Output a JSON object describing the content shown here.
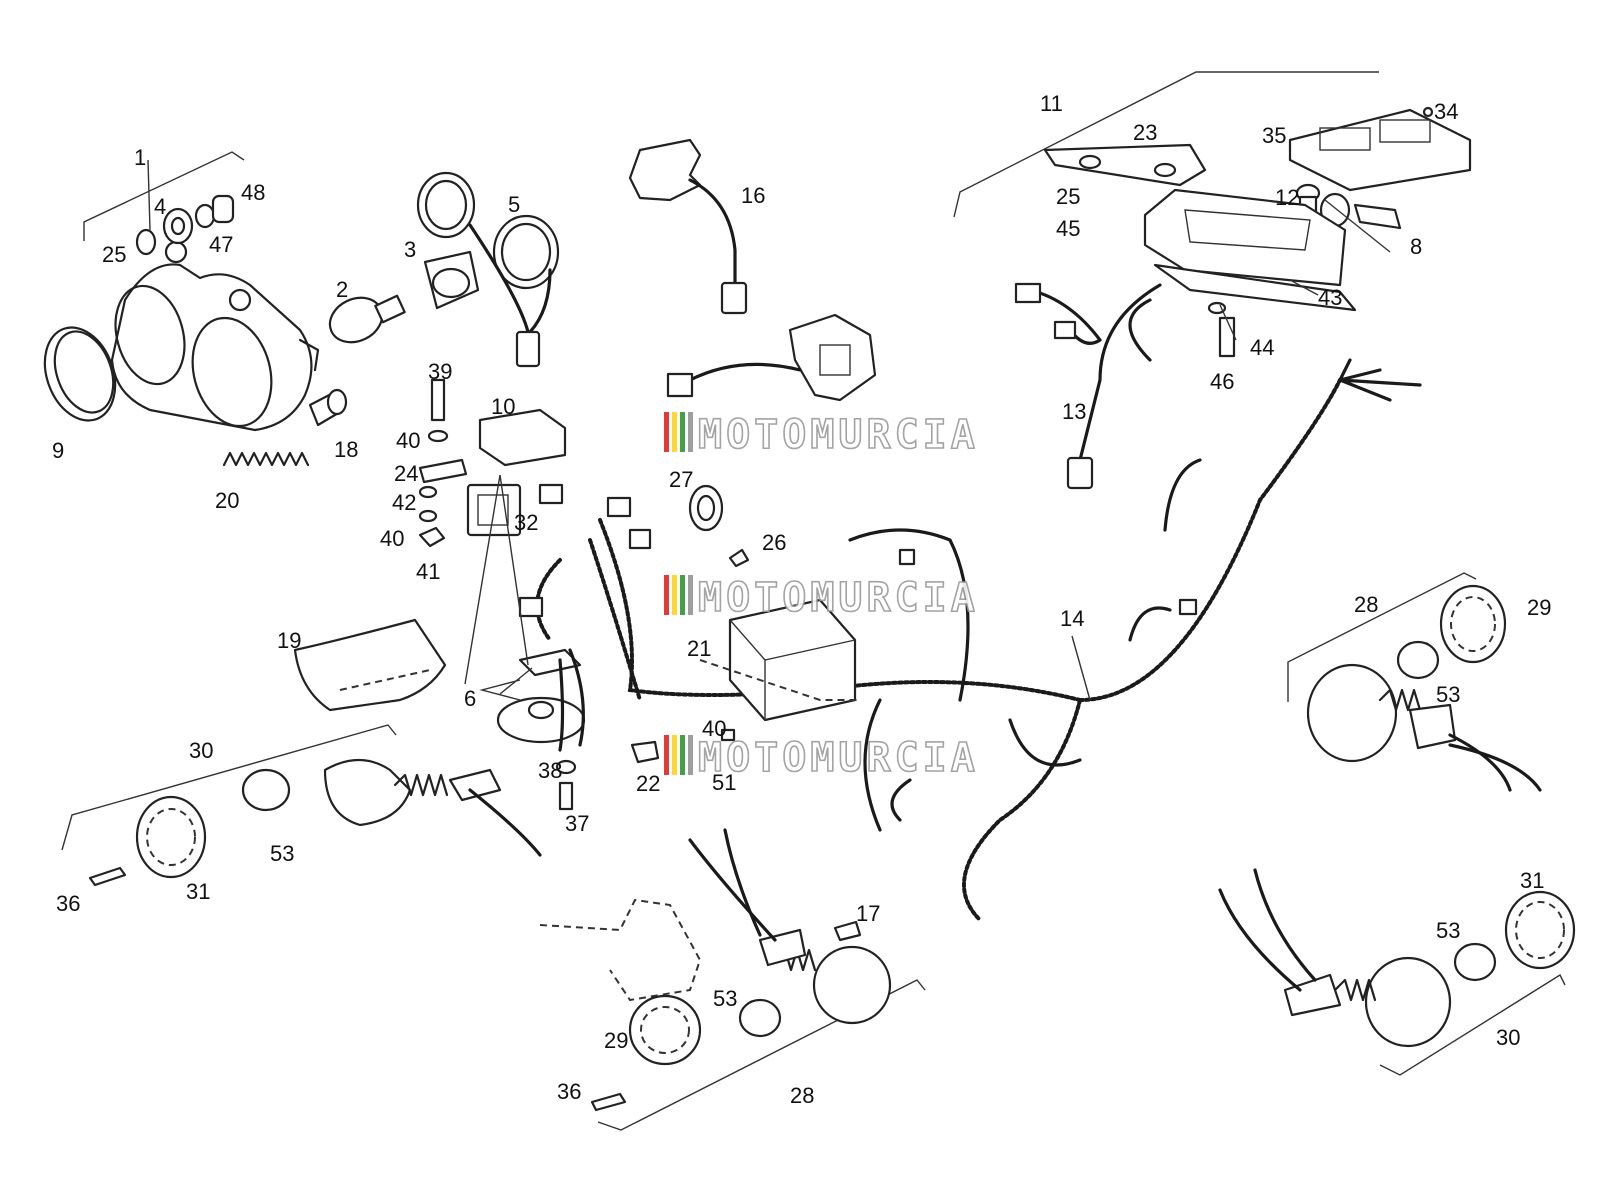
{
  "watermark": {
    "text": "MOTOMURCIA",
    "stripe_colors": [
      "#e53935",
      "#fdd835",
      "#43a047",
      "#9e9e9e"
    ]
  },
  "callouts": [
    {
      "id": "c1",
      "text": "1"
    },
    {
      "id": "c4",
      "text": "4"
    },
    {
      "id": "c48",
      "text": "48"
    },
    {
      "id": "c25a",
      "text": "25"
    },
    {
      "id": "c47",
      "text": "47"
    },
    {
      "id": "c5",
      "text": "5"
    },
    {
      "id": "c3",
      "text": "3"
    },
    {
      "id": "c2",
      "text": "2"
    },
    {
      "id": "c9",
      "text": "9"
    },
    {
      "id": "c18",
      "text": "18"
    },
    {
      "id": "c20",
      "text": "20"
    },
    {
      "id": "c39",
      "text": "39"
    },
    {
      "id": "c10",
      "text": "10"
    },
    {
      "id": "c40a",
      "text": "40"
    },
    {
      "id": "c24",
      "text": "24"
    },
    {
      "id": "c42",
      "text": "42"
    },
    {
      "id": "c40b",
      "text": "40"
    },
    {
      "id": "c32",
      "text": "32"
    },
    {
      "id": "c41",
      "text": "41"
    },
    {
      "id": "c16",
      "text": "16"
    },
    {
      "id": "c27",
      "text": "27"
    },
    {
      "id": "c26",
      "text": "26"
    },
    {
      "id": "c21",
      "text": "21"
    },
    {
      "id": "c19",
      "text": "19"
    },
    {
      "id": "c6",
      "text": "6"
    },
    {
      "id": "c30a",
      "text": "30"
    },
    {
      "id": "c53a",
      "text": "53"
    },
    {
      "id": "c36a",
      "text": "36"
    },
    {
      "id": "c31a",
      "text": "31"
    },
    {
      "id": "c38",
      "text": "38"
    },
    {
      "id": "c37",
      "text": "37"
    },
    {
      "id": "c40c",
      "text": "40"
    },
    {
      "id": "c22",
      "text": "22"
    },
    {
      "id": "c51",
      "text": "51"
    },
    {
      "id": "c11",
      "text": "11"
    },
    {
      "id": "c23",
      "text": "23"
    },
    {
      "id": "c35",
      "text": "35"
    },
    {
      "id": "c34",
      "text": "34"
    },
    {
      "id": "c25b",
      "text": "25"
    },
    {
      "id": "c45",
      "text": "45"
    },
    {
      "id": "c12",
      "text": "12"
    },
    {
      "id": "c8",
      "text": "8"
    },
    {
      "id": "c43",
      "text": "43"
    },
    {
      "id": "c44",
      "text": "44"
    },
    {
      "id": "c46",
      "text": "46"
    },
    {
      "id": "c13",
      "text": "13"
    },
    {
      "id": "c14",
      "text": "14"
    },
    {
      "id": "c28a",
      "text": "28"
    },
    {
      "id": "c29a",
      "text": "29"
    },
    {
      "id": "c53b",
      "text": "53"
    },
    {
      "id": "c17",
      "text": "17"
    },
    {
      "id": "c53c",
      "text": "53"
    },
    {
      "id": "c29b",
      "text": "29"
    },
    {
      "id": "c36b",
      "text": "36"
    },
    {
      "id": "c28b",
      "text": "28"
    },
    {
      "id": "c31b",
      "text": "31"
    },
    {
      "id": "c53d",
      "text": "53"
    },
    {
      "id": "c30b",
      "text": "30"
    }
  ]
}
